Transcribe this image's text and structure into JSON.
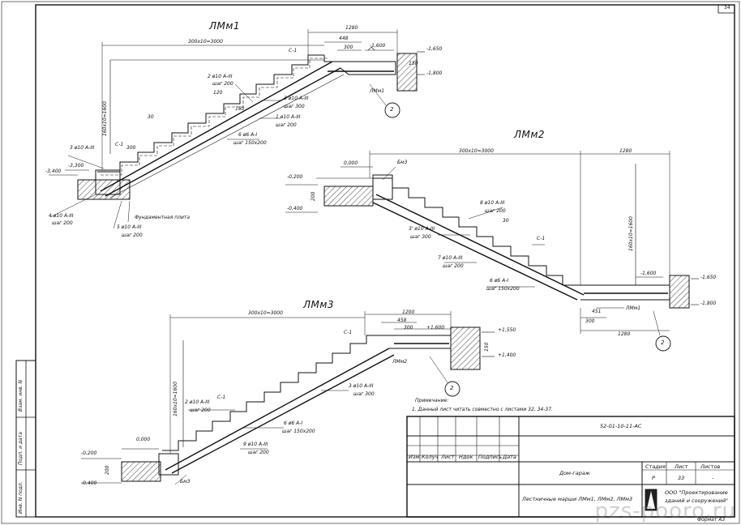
{
  "sheet": {
    "sheet_number": "34",
    "format": "Формат А3",
    "watermark": "pzs-pooro.ru"
  },
  "stairs": {
    "lmm1": {
      "title": "ЛМм1",
      "span": "300x10=3000",
      "height_dim": "160x10=1600",
      "landing_total": "1280",
      "landing_448": "448",
      "landing_300": "300",
      "lvl_top": "-1,600",
      "lvl_right_top": "-1,650",
      "lvl_right_bot": "-1,800",
      "lvl_left_top": "-3,300",
      "lvl_left_far": "-3,400",
      "dim_150": "150",
      "dim_120": "120",
      "dim_180": "180",
      "dim_30": "30",
      "dim_300": "300",
      "c1a": "С-1",
      "c1b": "С-1",
      "n2": "2 ø10 А-III",
      "n2s": "шаг 200",
      "n3": "3 ø10 А-III",
      "n3s": "шаг 300",
      "n1": "1 ø10 А-III",
      "n1s": "шаг 200",
      "n6": "6 ø6 А-I",
      "n6s": "шаг 150x200",
      "n3l": "3 ø10 А-III",
      "n4": "4 ø10 А-III",
      "n4s": "шаг 200",
      "n5": "5 ø10 А-III",
      "n5s": "шаг 200",
      "found": "Фундаментная плита",
      "lm1": "ЛМм1",
      "node": "2"
    },
    "lmm2": {
      "title": "ЛМм2",
      "span": "300x10=3000",
      "landing_total": "1280",
      "height_dim": "160x10=1600",
      "lvl_left_top": "0,000",
      "lvl_left_a": "-0,200",
      "lvl_left_b": "-0,400",
      "lvl_right_top": "-1,600",
      "lvl_right_a": "-1,650",
      "lvl_right_b": "-1,800",
      "bm3": "Бм3",
      "dim_200": "200",
      "n8": "8 ø10 А-III",
      "n8s": "шаг 200",
      "n3": "3' ø10 А-III",
      "n3s": "шаг 300",
      "n7": "7 ø10 А-III",
      "n7s": "шаг 200",
      "n6": "6 ø6 А-I",
      "n6s": "шаг 150x200",
      "c1": "С-1",
      "dim_30": "30",
      "dim_451": "451",
      "dim_300": "300",
      "dim_1280b": "1280",
      "lm1": "ЛМм1",
      "node": "2"
    },
    "lmm3": {
      "title": "ЛМм3",
      "span": "300x10=3000",
      "height_dim": "160x10=1600",
      "landing_total": "1200",
      "landing_458": "458",
      "landing_300": "300",
      "lvl_top": "+1,600",
      "lvl_right_top": "+1,550",
      "lvl_right_bot": "+1,400",
      "dim_150": "150",
      "c1a": "С-1",
      "c1b": "С-1",
      "lm2": "ЛМм2",
      "n3": "3 ø10 А-III",
      "n3s": "шаг 300",
      "n2": "2 ø10 А-III",
      "n2s": "шаг 200",
      "n6": "6 ø6 А-I",
      "n6s": "шаг 150x200",
      "n9": "9 ø10 А-III",
      "n9s": "шаг 200",
      "lvl_left_top": "0,000",
      "lvl_left_a": "-0,200",
      "lvl_left_b": "-0,400",
      "dim_200": "200",
      "bm3": "Бм3",
      "node": "2"
    }
  },
  "notes": {
    "heading": "Примечание:",
    "line1": "1. Данный лист читать совместно с листами 32, 34-37."
  },
  "title_block": {
    "code": "52-01-10-11-АС",
    "col_izm": "Изм.",
    "col_koluch": "Колуч",
    "col_list": "Лист",
    "col_ndok": "Ндок",
    "col_podpis": "Подпись",
    "col_data": "Дата",
    "building": "Дом-гараж",
    "drawing": "Лестничные марши ЛМм1, ЛМм2, ЛМм3",
    "stadia_h": "Стадия",
    "list_h": "Лист",
    "listov_h": "Листов",
    "stadia": "Р",
    "list": "33",
    "listov": "-",
    "org1": "ООО \"Проектирование",
    "org2": "зданий и сооружений\""
  },
  "side_stamps": {
    "s1": "Взам. инв. N",
    "s2": "Подп. и дата",
    "s3": "Инв. N подл."
  }
}
